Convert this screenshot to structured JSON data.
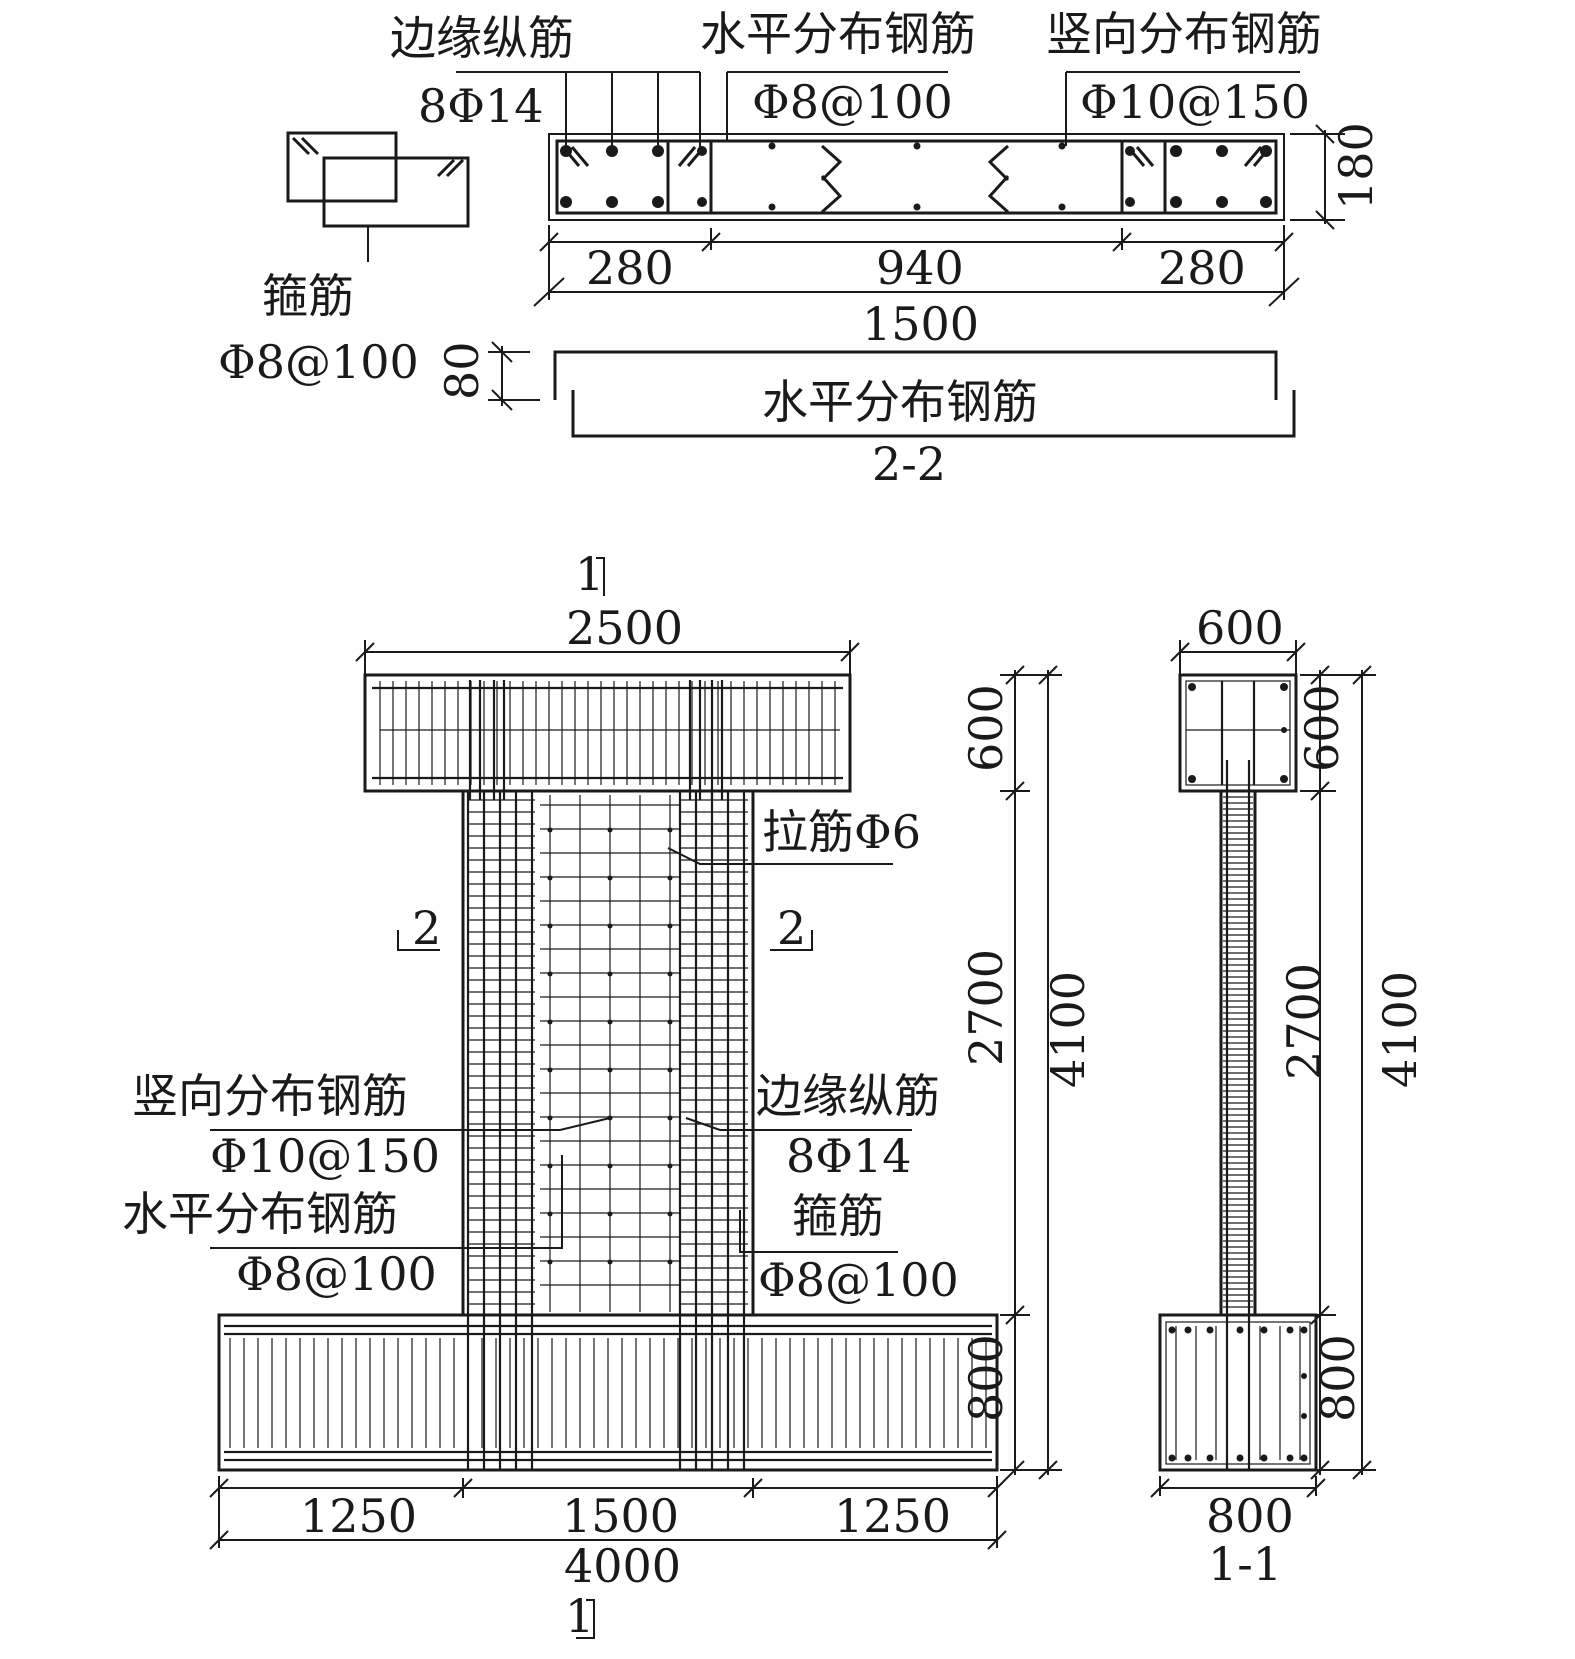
{
  "section_2_2": {
    "label_edge_bars": "边缘纵筋",
    "label_edge_bars_spec": "8Φ14",
    "label_horizontal_bars": "水平分布钢筋",
    "label_horizontal_bars_spec": "Φ8@100",
    "label_vertical_bars": "竖向分布钢筋",
    "label_vertical_bars_spec": "Φ10@150",
    "label_stirrup": "箍筋",
    "label_stirrup_spec": "Φ8@100",
    "dim_left": "280",
    "dim_mid": "940",
    "dim_right": "280",
    "dim_total": "1500",
    "dim_thickness": "180",
    "dim_hook": "80",
    "label_horizontal_bar_shape": "水平分布钢筋",
    "title": "2-2"
  },
  "elevation": {
    "dim_top_width": "2500",
    "dim_top_height": "600",
    "dim_wall_height": "2700",
    "dim_base_height": "800",
    "dim_total_height": "4100",
    "dim_base_left": "1250",
    "dim_base_mid": "1500",
    "dim_base_right": "1250",
    "dim_base_total": "4000",
    "label_tie": "拉筋Φ6",
    "label_vertical_bars": "竖向分布钢筋",
    "label_vertical_bars_spec": "Φ10@150",
    "label_horizontal_bars": "水平分布钢筋",
    "label_horizontal_bars_spec": "Φ8@100",
    "label_edge_bars": "边缘纵筋",
    "label_edge_bars_spec": "8Φ14",
    "label_stirrup": "箍筋",
    "label_stirrup_spec": "Φ8@100",
    "cut_1_top": "1",
    "cut_1_bottom": "1",
    "cut_2_left": "2",
    "cut_2_right": "2"
  },
  "section_1_1": {
    "dim_top_width": "600",
    "dim_top_height": "600",
    "dim_wall_height": "2700",
    "dim_base_height": "800",
    "dim_total_height": "4100",
    "dim_base_width": "800",
    "title": "1-1"
  }
}
